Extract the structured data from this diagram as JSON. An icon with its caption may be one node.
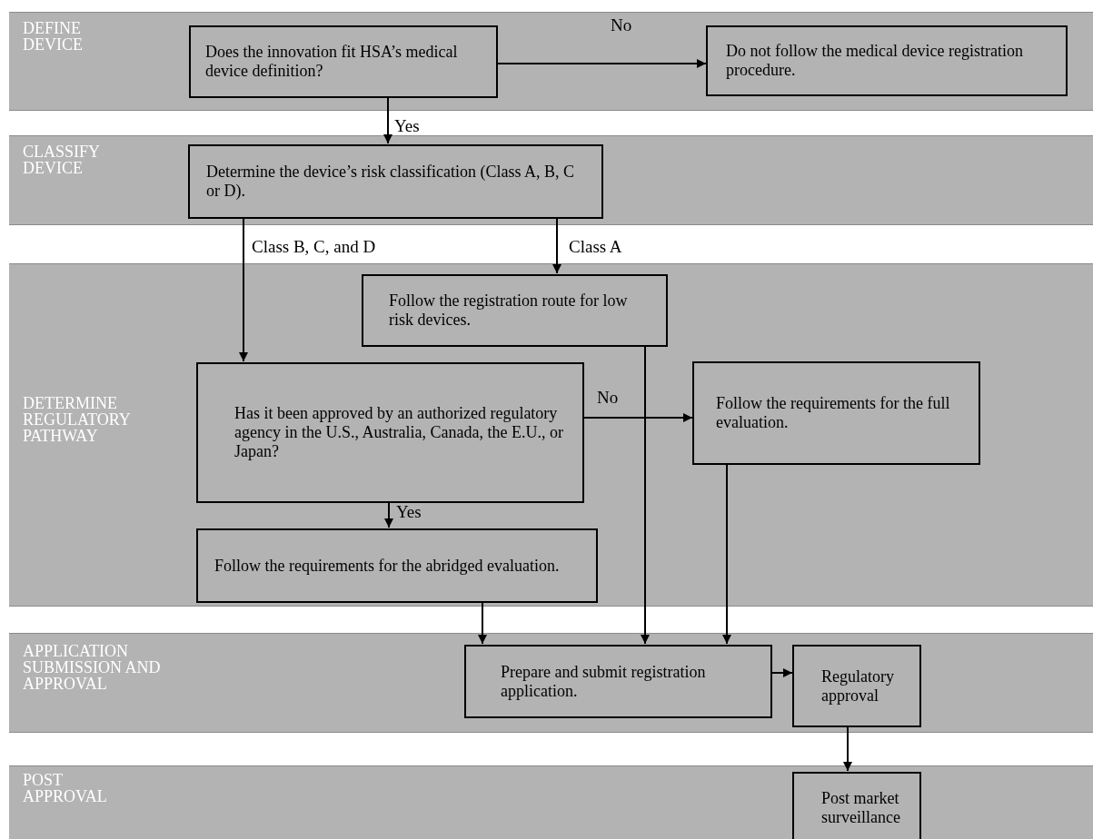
{
  "diagram": {
    "nodes": [
      {
        "text": [
          "DEFINE DEVICE"
        ]
      },
      {
        "text": [
          "Does the innovation fit HSA’s medical device definition?"
        ],
        "in": 0
      },
      {
        "text": [
          "Do not follow the medical device registration procedure."
        ],
        "in": 0
      },
      {
        "text": [
          "CLASSIFY DEVICE"
        ]
      },
      {
        "text": [
          "Determine the device’s risk classification (Class A, B, C or D)."
        ],
        "in": 3
      },
      {
        "text": [
          "DETERMINE REGULATORY PATHWAY"
        ]
      },
      {
        "text": [
          "Follow the registration route for low risk devices."
        ],
        "in": 5
      },
      {
        "text": [
          "Has it been approved by an authorized regulatory agency in the U.S., Australia, Canada, the E.U., or Japan?"
        ],
        "in": 5
      },
      {
        "text": [
          "Follow the requirements for the full evaluation."
        ],
        "in": 5
      },
      {
        "text": [
          "Follow the requirements for the abridged evaluation."
        ],
        "in": 5
      },
      {
        "text": [
          "APPLICATION SUBMISSION AND APPROVAL"
        ]
      },
      {
        "text": [
          "Prepare and submit registration application."
        ],
        "in": 10
      },
      {
        "text": [
          "Regulatory approval"
        ],
        "in": 10
      },
      {
        "text": [
          "POST APPROVAL"
        ]
      },
      {
        "text": [
          "Post market surveillance"
        ],
        "in": 13
      }
    ],
    "edges": [
      {
        "from": 1,
        "to": 2,
        "arrow": "to",
        "label": "No"
      },
      {
        "from": 1,
        "to": 4,
        "arrow": "to",
        "label": "Yes"
      },
      {
        "from": 4,
        "to": 7,
        "arrow": "to",
        "label": "Class B, C, and D"
      },
      {
        "from": 4,
        "to": 6,
        "arrow": "to",
        "label": "Class A"
      },
      {
        "from": 7,
        "to": 8,
        "arrow": "to",
        "label": "No"
      },
      {
        "from": 7,
        "to": 9,
        "arrow": "to",
        "label": "Yes"
      },
      {
        "from": 9,
        "to": 11,
        "arrow": "to"
      },
      {
        "from": 6,
        "to": 11,
        "arrow": "to"
      },
      {
        "from": 8,
        "to": 11,
        "arrow": "to"
      },
      {
        "from": 11,
        "to": 12,
        "arrow": "to"
      },
      {
        "from": 12,
        "to": 14,
        "arrow": "to"
      }
    ]
  }
}
